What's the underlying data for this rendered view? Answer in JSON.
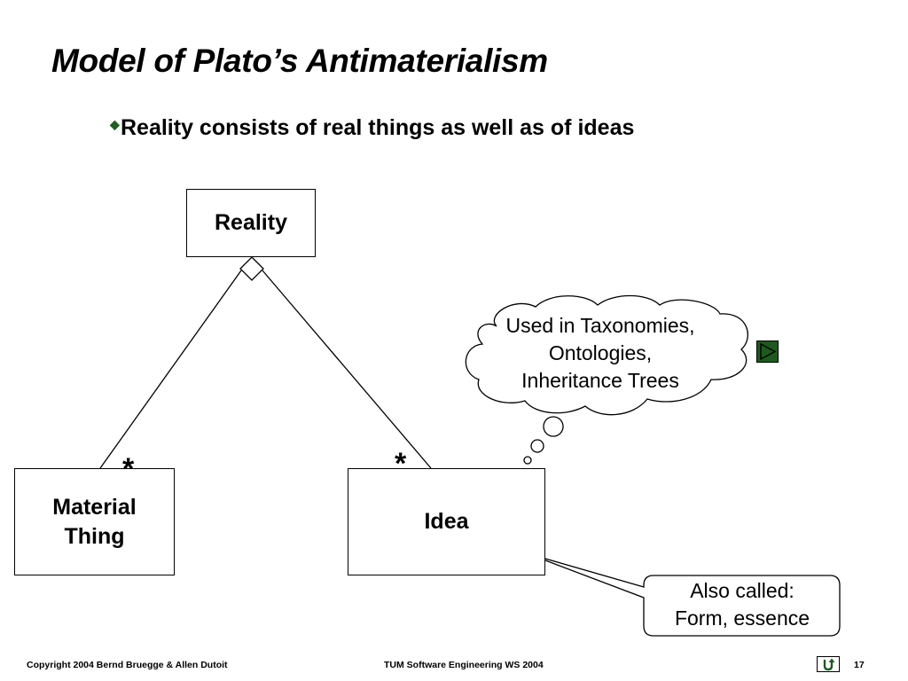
{
  "slide": {
    "title": "Model of Plato’s Antimaterialism",
    "bullet": "Reality  consists of real things as well as of ideas"
  },
  "diagram": {
    "classes": {
      "reality": "Reality",
      "material_thing": [
        "Material",
        "Thing"
      ],
      "idea": "Idea"
    },
    "multiplicity_left": "*",
    "multiplicity_right": "*",
    "cloud_note": [
      "Used in Taxonomies,",
      "Ontologies,",
      "Inheritance Trees"
    ],
    "callout_note": [
      "Also called:",
      "Form, essence"
    ]
  },
  "footer": {
    "copyright": "Copyright  2004  Bernd Bruegge & Allen Dutoit",
    "course": "TUM Software  Engineering WS 2004",
    "page_number": "17"
  },
  "icons": {
    "bullet": "diamond-bullet-icon",
    "play": "play-triangle-icon",
    "nav": "u-turn-icon"
  },
  "colors": {
    "bullet": "#1f5f1f",
    "play_button": "#1e5a1e"
  }
}
